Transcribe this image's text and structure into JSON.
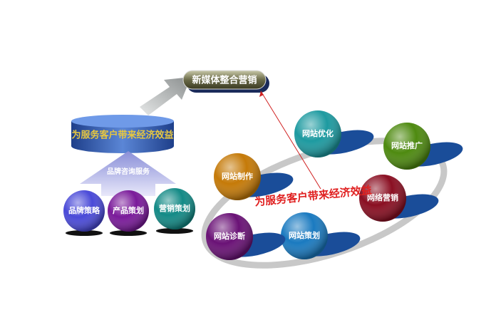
{
  "title": "新媒体整合营销",
  "cylinder_label": "为服务客户带来经济效益",
  "up_arrow_label": "品牌咨询服务",
  "left_spheres": [
    {
      "label": "品牌策略",
      "color": "#4a4ad8"
    },
    {
      "label": "产品策划",
      "color": "#7a1a9a"
    },
    {
      "label": "营销策划",
      "color": "#138a86"
    }
  ],
  "ring_spheres": [
    {
      "label": "网站制作",
      "color": "#c57a08"
    },
    {
      "label": "网站优化",
      "color": "#1d9aa0"
    },
    {
      "label": "网站推广",
      "color": "#4e8a10"
    },
    {
      "label": "网络营销",
      "color": "#8a0f22"
    },
    {
      "label": "网站策划",
      "color": "#1a7ac0"
    },
    {
      "label": "网站诊断",
      "color": "#6a1276"
    }
  ],
  "ring_caption": "为服务客户带来经济效益"
}
